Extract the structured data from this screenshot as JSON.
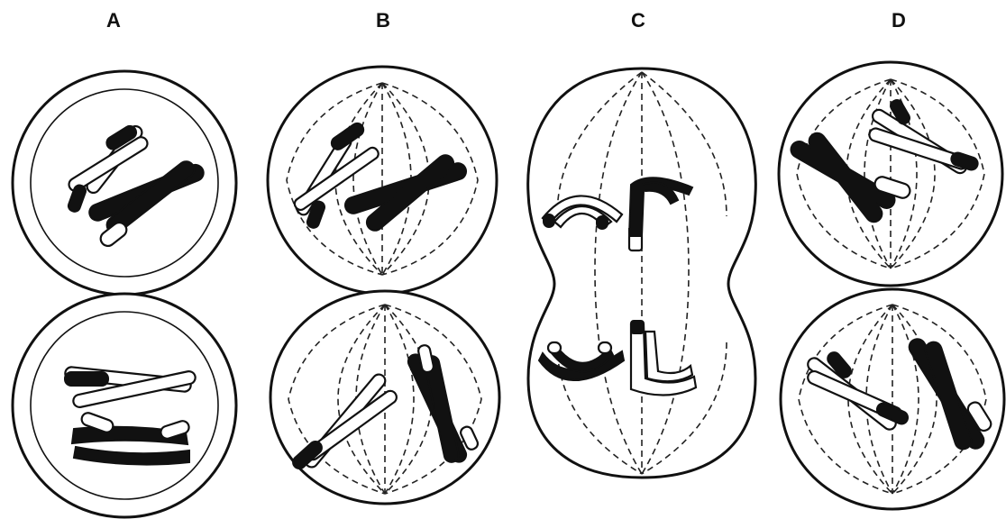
{
  "panels": [
    {
      "label": "A"
    },
    {
      "label": "B"
    },
    {
      "label": "C"
    },
    {
      "label": "D"
    }
  ],
  "colors": {
    "ink": "#111111",
    "background": "#ffffff"
  }
}
